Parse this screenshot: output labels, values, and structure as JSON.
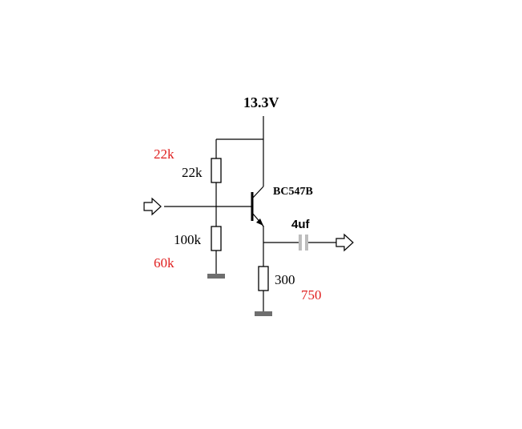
{
  "schematic": {
    "supply_voltage": "13.3V",
    "transistor": {
      "label": "BC547B"
    },
    "upper_base_resistor": {
      "value": "22k",
      "alt_value": "22k"
    },
    "lower_base_resistor": {
      "value": "100k",
      "alt_value": "60k"
    },
    "emitter_resistor": {
      "value": "300",
      "alt_value": "750"
    },
    "output_capacitor": {
      "value": "4uf"
    },
    "colors": {
      "wire": "#000000",
      "alt_value": "#e02020",
      "ground": "#6e6e6e",
      "capacitor": "#bdbdbd"
    },
    "icons": {
      "input": "input-arrow-icon",
      "output": "output-arrow-icon",
      "ground": "ground-icon"
    }
  }
}
